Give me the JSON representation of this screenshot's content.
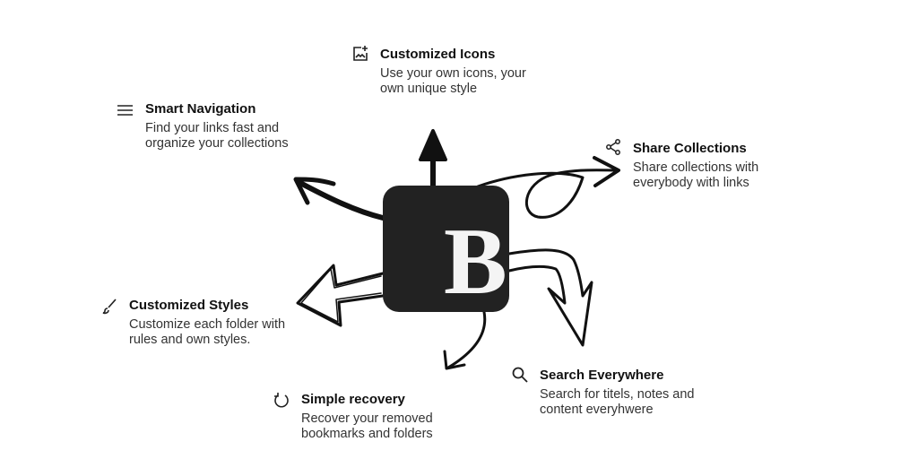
{
  "logo": {
    "letter": "B"
  },
  "features": [
    {
      "id": "customized-icons",
      "icon": "image-plus-icon",
      "title": "Customized Icons",
      "desc": [
        "Use your own icons, your",
        "own unique style"
      ]
    },
    {
      "id": "smart-navigation",
      "icon": "menu-icon",
      "title": "Smart Navigation",
      "desc": [
        "Find your links fast and",
        "organize your collections"
      ]
    },
    {
      "id": "share-collections",
      "icon": "share-icon",
      "title": "Share Collections",
      "desc": [
        "Share collections with",
        "everybody with links"
      ]
    },
    {
      "id": "customized-styles",
      "icon": "brush-icon",
      "title": "Customized Styles",
      "desc": [
        "Customize each folder with",
        "rules and own styles."
      ]
    },
    {
      "id": "simple-recovery",
      "icon": "restore-icon",
      "title": "Simple recovery",
      "desc": [
        "Recover your removed",
        "bookmarks and folders"
      ]
    },
    {
      "id": "search-everywhere",
      "icon": "search-icon",
      "title": "Search Everywhere",
      "desc": [
        "Search for titels, notes and",
        "content everyhwere"
      ]
    }
  ]
}
